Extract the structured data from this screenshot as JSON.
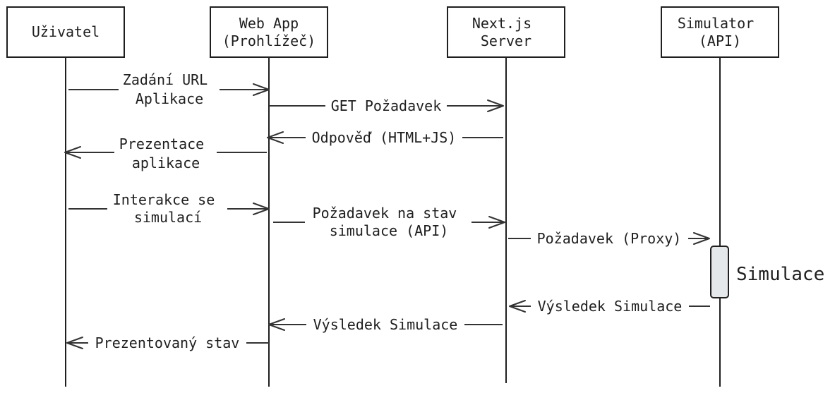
{
  "participants": [
    {
      "id": "user",
      "lines": [
        "Uživatel"
      ]
    },
    {
      "id": "webapp",
      "lines": [
        "Web App",
        "(Prohlížeč)"
      ]
    },
    {
      "id": "server",
      "lines": [
        "Next.js",
        "Server"
      ]
    },
    {
      "id": "simulator",
      "lines": [
        "Simulator",
        "(API)"
      ]
    }
  ],
  "messages": [
    {
      "from": "user",
      "to": "webapp",
      "lines": [
        "Zadání URL",
        "Aplikace"
      ]
    },
    {
      "from": "webapp",
      "to": "server",
      "lines": [
        "GET Požadavek"
      ]
    },
    {
      "from": "server",
      "to": "webapp",
      "lines": [
        "Odpověď (HTML+JS)"
      ]
    },
    {
      "from": "webapp",
      "to": "user",
      "lines": [
        "Prezentace",
        "aplikace"
      ]
    },
    {
      "from": "user",
      "to": "webapp",
      "lines": [
        "Interakce se",
        "simulací"
      ]
    },
    {
      "from": "webapp",
      "to": "server",
      "lines": [
        "Požadavek na stav",
        "simulace (API)"
      ]
    },
    {
      "from": "server",
      "to": "simulator",
      "lines": [
        "Požadavek (Proxy)"
      ]
    },
    {
      "from": "simulator",
      "to": "server",
      "lines": [
        "Výsledek Simulace"
      ]
    },
    {
      "from": "server",
      "to": "webapp",
      "lines": [
        "Výsledek Simulace"
      ]
    },
    {
      "from": "webapp",
      "to": "user",
      "lines": [
        "Prezentovaný stav"
      ]
    }
  ],
  "activation": {
    "participant": "simulator",
    "label": "Simulace"
  }
}
